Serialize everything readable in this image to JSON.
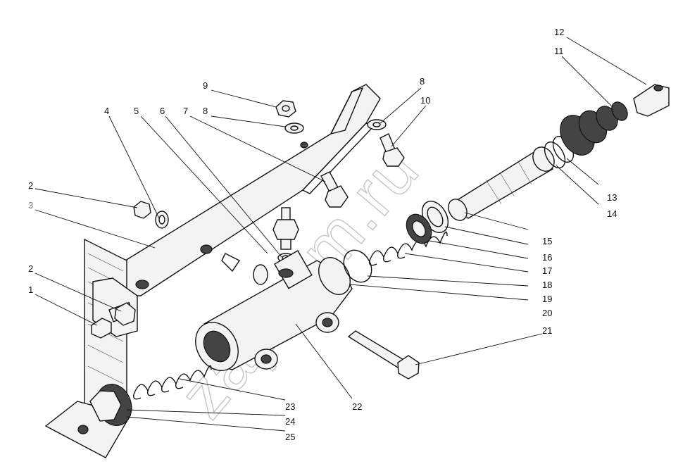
{
  "watermark": "zapkam.ru",
  "parts": [
    {
      "id": "1",
      "label": "1"
    },
    {
      "id": "2a",
      "label": "2"
    },
    {
      "id": "2b",
      "label": "2"
    },
    {
      "id": "3",
      "label": "3"
    },
    {
      "id": "4",
      "label": "4"
    },
    {
      "id": "5",
      "label": "5"
    },
    {
      "id": "6",
      "label": "6"
    },
    {
      "id": "7",
      "label": "7"
    },
    {
      "id": "8a",
      "label": "8"
    },
    {
      "id": "8b",
      "label": "8"
    },
    {
      "id": "9",
      "label": "9"
    },
    {
      "id": "10",
      "label": "10"
    },
    {
      "id": "11",
      "label": "11"
    },
    {
      "id": "12",
      "label": "12"
    },
    {
      "id": "13",
      "label": "13"
    },
    {
      "id": "14",
      "label": "14"
    },
    {
      "id": "15",
      "label": "15"
    },
    {
      "id": "16",
      "label": "16"
    },
    {
      "id": "17",
      "label": "17"
    },
    {
      "id": "18",
      "label": "18"
    },
    {
      "id": "19",
      "label": "19"
    },
    {
      "id": "20",
      "label": "20"
    },
    {
      "id": "21",
      "label": "21"
    },
    {
      "id": "22",
      "label": "22"
    },
    {
      "id": "23",
      "label": "23"
    },
    {
      "id": "24",
      "label": "24"
    },
    {
      "id": "25",
      "label": "25"
    }
  ]
}
